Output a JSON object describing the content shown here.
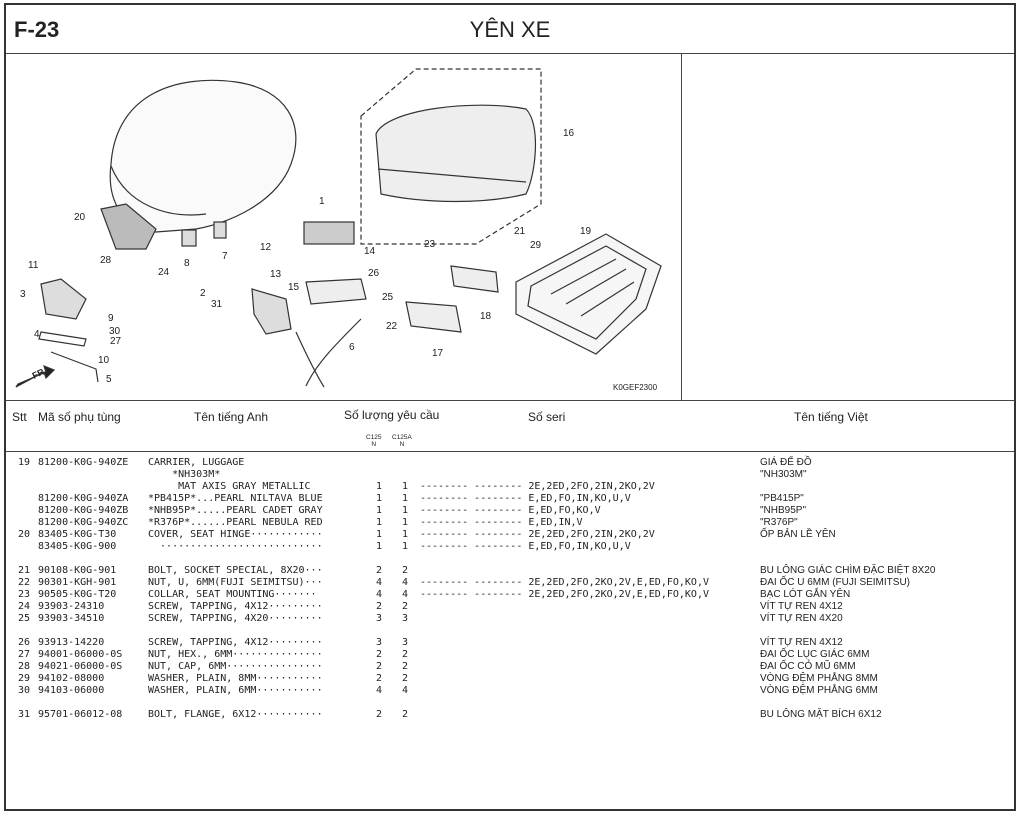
{
  "header": {
    "code": "F-23",
    "title": "YÊN XE"
  },
  "diagram": {
    "ref": "K0GEF2300",
    "direction": "FR.",
    "callouts": [
      "1",
      "2",
      "3",
      "4",
      "5",
      "6",
      "7",
      "8",
      "9",
      "10",
      "11",
      "12",
      "13",
      "14",
      "15",
      "16",
      "17",
      "18",
      "19",
      "20",
      "21",
      "22",
      "23",
      "24",
      "25",
      "26",
      "27",
      "28",
      "29",
      "30",
      "31"
    ]
  },
  "columns": {
    "stt": "Stt",
    "part_no": "Mã số phụ tùng",
    "name_en": "Tên tiếng Anh",
    "qty": "Số lượng yêu cầu",
    "qty_sub1": "C125",
    "qty_sub1b": "N",
    "qty_sub2": "C125A",
    "qty_sub2b": "N",
    "serial": "Số seri",
    "name_vi": "Tên tiếng Việt"
  },
  "rows": [
    {
      "stt": "19",
      "part": "81200-K0G-940ZE",
      "name": "CARRIER, LUGGAGE",
      "q1": "",
      "q2": "",
      "serial": "",
      "vi": "GIÁ ĐỂ ĐỒ"
    },
    {
      "stt": "",
      "part": "",
      "name": "    *NH303M*",
      "q1": "",
      "q2": "",
      "serial": "",
      "vi": "\"NH303M\""
    },
    {
      "stt": "",
      "part": "",
      "name": "     MAT AXIS GRAY METALLIC",
      "q1": "1",
      "q2": "1",
      "serial": "-------- -------- 2E,2ED,2FO,2IN,2KO,2V",
      "vi": ""
    },
    {
      "stt": "",
      "part": "81200-K0G-940ZA",
      "name": "*PB415P*...PEARL NILTAVA BLUE",
      "q1": "1",
      "q2": "1",
      "serial": "-------- -------- E,ED,FO,IN,KO,U,V",
      "vi": "\"PB415P\""
    },
    {
      "stt": "",
      "part": "81200-K0G-940ZB",
      "name": "*NHB95P*.....PEARL CADET GRAY",
      "q1": "1",
      "q2": "1",
      "serial": "-------- -------- E,ED,FO,KO,V",
      "vi": "\"NHB95P\""
    },
    {
      "stt": "",
      "part": "81200-K0G-940ZC",
      "name": "*R376P*......PEARL NEBULA RED",
      "q1": "1",
      "q2": "1",
      "serial": "-------- -------- E,ED,IN,V",
      "vi": "\"R376P\""
    },
    {
      "stt": "20",
      "part": "83405-K0G-T30",
      "name": "COVER, SEAT HINGE············",
      "q1": "1",
      "q2": "1",
      "serial": "-------- -------- 2E,2ED,2FO,2IN,2KO,2V",
      "vi": "ỐP BẢN LỀ YÊN"
    },
    {
      "stt": "",
      "part": "83405-K0G-900",
      "name": "  ···························",
      "q1": "1",
      "q2": "1",
      "serial": "-------- -------- E,ED,FO,IN,KO,U,V",
      "vi": ""
    },
    {
      "stt": "21",
      "part": "90108-K0G-901",
      "name": "BOLT, SOCKET SPECIAL, 8X20···",
      "q1": "2",
      "q2": "2",
      "serial": "",
      "vi": "BU LÔNG GIÁC CHÌM ĐẶC BIỆT 8X20"
    },
    {
      "stt": "22",
      "part": "90301-KGH-901",
      "name": "NUT, U, 6MM(FUJI SEIMITSU)···",
      "q1": "4",
      "q2": "4",
      "serial": "-------- -------- 2E,2ED,2FO,2KO,2V,E,ED,FO,KO,V",
      "vi": "ĐAI ỐC U 6MM (FUJI SEIMITSU)"
    },
    {
      "stt": "23",
      "part": "90505-K0G-T20",
      "name": "COLLAR, SEAT MOUNTING·······",
      "q1": "4",
      "q2": "4",
      "serial": "-------- -------- 2E,2ED,2FO,2KO,2V,E,ED,FO,KO,V",
      "vi": "BẠC LÓT GẮN YÊN"
    },
    {
      "stt": "24",
      "part": "93903-24310",
      "name": "SCREW, TAPPING, 4X12·········",
      "q1": "2",
      "q2": "2",
      "serial": "",
      "vi": "VÍT TỰ REN 4X12"
    },
    {
      "stt": "25",
      "part": "93903-34510",
      "name": "SCREW, TAPPING, 4X20·········",
      "q1": "3",
      "q2": "3",
      "serial": "",
      "vi": "VÍT TỰ REN 4X20"
    },
    {
      "stt": "26",
      "part": "93913-14220",
      "name": "SCREW, TAPPING, 4X12·········",
      "q1": "3",
      "q2": "3",
      "serial": "",
      "vi": "VÍT TỰ REN 4X12"
    },
    {
      "stt": "27",
      "part": "94001-06000-0S",
      "name": "NUT, HEX., 6MM···············",
      "q1": "2",
      "q2": "2",
      "serial": "",
      "vi": "ĐAI ỐC LỤC GIÁC 6MM"
    },
    {
      "stt": "28",
      "part": "94021-06000-0S",
      "name": "NUT, CAP, 6MM················",
      "q1": "2",
      "q2": "2",
      "serial": "",
      "vi": "ĐAI ỐC CỎ MŨ 6MM"
    },
    {
      "stt": "29",
      "part": "94102-08000",
      "name": "WASHER, PLAIN, 8MM···········",
      "q1": "2",
      "q2": "2",
      "serial": "",
      "vi": "VÒNG ĐỆM PHẲNG 8MM"
    },
    {
      "stt": "30",
      "part": "94103-06000",
      "name": "WASHER, PLAIN, 6MM···········",
      "q1": "4",
      "q2": "4",
      "serial": "",
      "vi": "VÒNG ĐỆM PHẲNG 6MM"
    },
    {
      "stt": "31",
      "part": "95701-06012-08",
      "name": "BOLT, FLANGE, 6X12···········",
      "q1": "2",
      "q2": "2",
      "serial": "",
      "vi": "BU LÔNG MẶT BÍCH 6X12"
    }
  ]
}
